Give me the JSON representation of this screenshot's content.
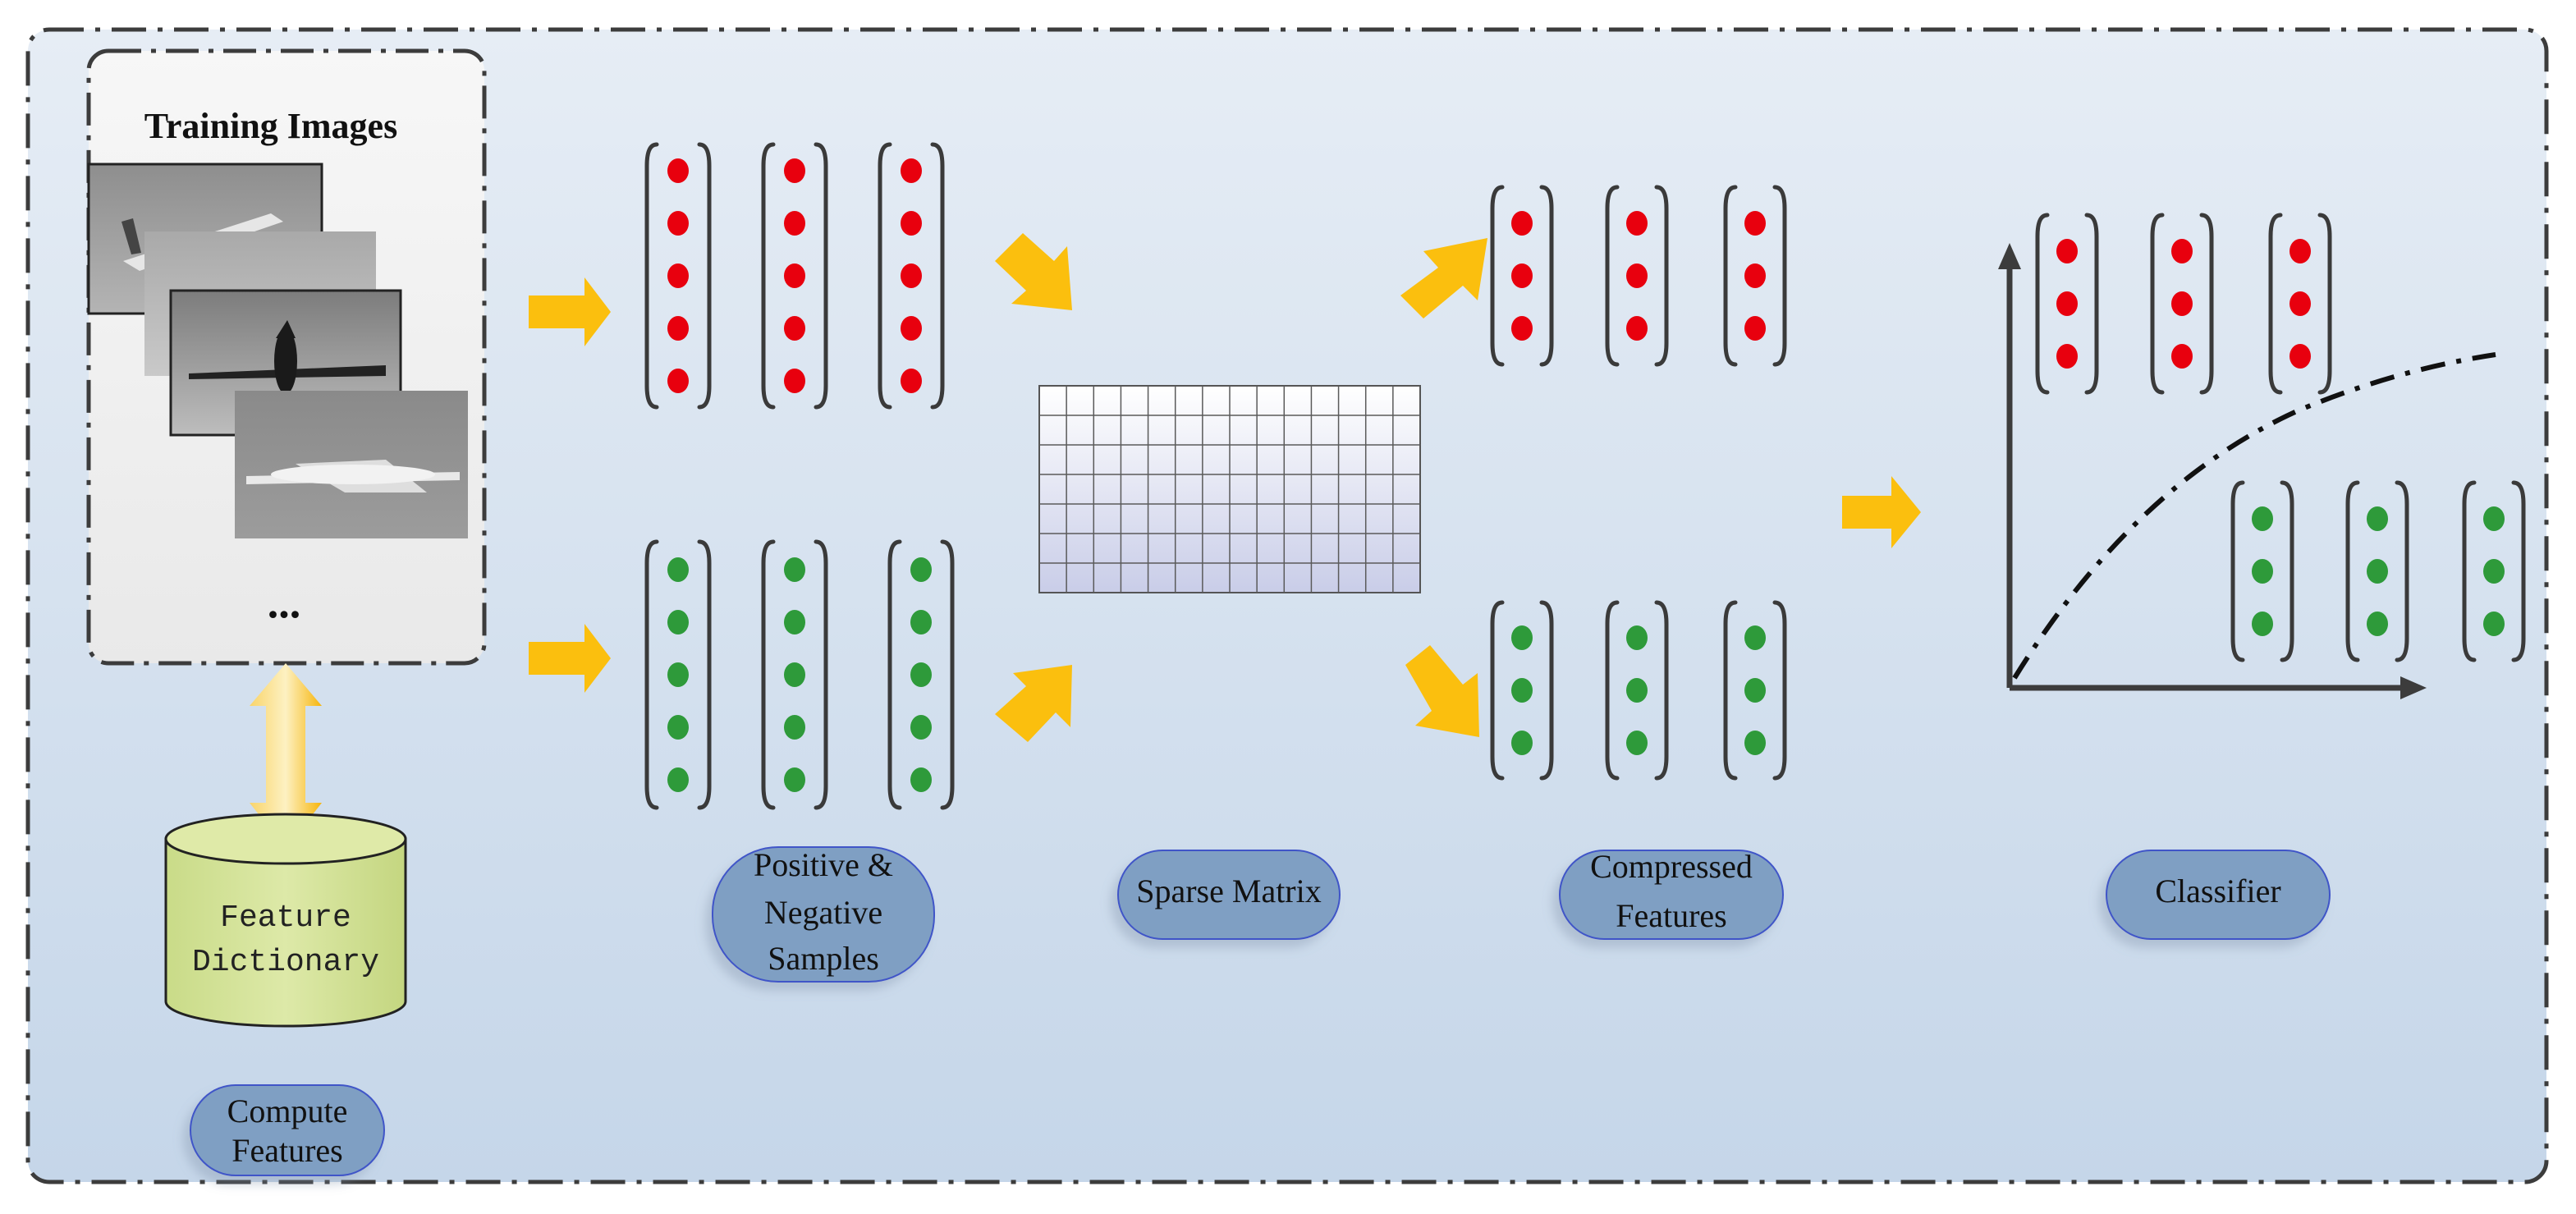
{
  "training": {
    "title": "Training Images",
    "ellipsis": "..."
  },
  "feature_dictionary": {
    "line1": "Feature",
    "line2": "Dictionary"
  },
  "labels": {
    "compute_features": [
      "Compute",
      "Features"
    ],
    "samples": [
      "Positive &",
      "Negative",
      "Samples"
    ],
    "sparse_matrix": [
      "Sparse Matrix"
    ],
    "compressed_features": [
      "Compressed",
      "Features"
    ],
    "classifier": [
      "Classifier"
    ]
  },
  "colors": {
    "positive": "#e8000e",
    "negative": "#2e9a3a",
    "arrow": "#fbbf0e",
    "pill": "#7f9fc3",
    "dictionary": "#d6e59a",
    "background_top": "#e6edf5",
    "background_bottom": "#c6d7e9"
  },
  "icons": [
    "right-arrow-icon",
    "double-arrow-icon",
    "database-icon",
    "airplane-photo"
  ]
}
